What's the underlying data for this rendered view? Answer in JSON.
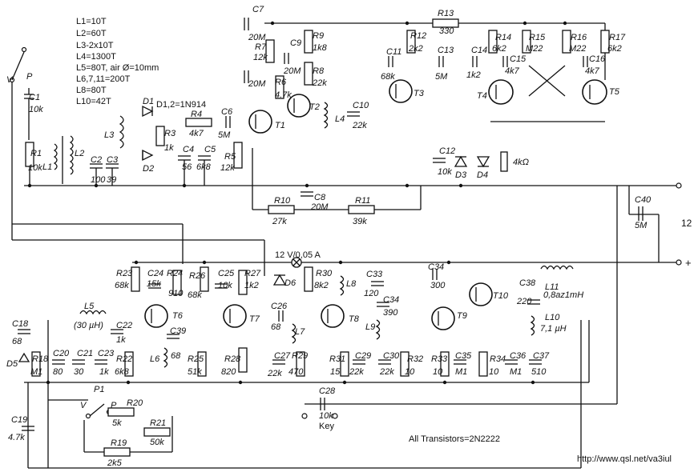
{
  "coil_notes": [
    "L1=10T",
    "L2=60T",
    "L3-2x10T",
    "L4=1300T",
    "L5=80T, air Ø=10mm",
    "L6,7,11=200T",
    "L8=80T",
    "L10=42T"
  ],
  "diode_note": "D1,2=1N914",
  "supply_label": "12 V/0,05 A",
  "transistor_note": "All Transistors=2N2222",
  "source_url": "http://www.qsl.net/va3iul",
  "key_label": "Key",
  "terminal_12": "12",
  "terminal_plus": "+",
  "switch_v_top": "V",
  "switch_p_top": "P",
  "switch_label_bottom": "P1",
  "switch_v_bottom": "V",
  "switch_p_bottom": "P",
  "phones_label": "4kΩ",
  "components": {
    "C1": [
      "C1",
      "10k"
    ],
    "R1": [
      "R1",
      "10k"
    ],
    "L1": [
      "L1",
      ""
    ],
    "L2": [
      "L2",
      ""
    ],
    "C2": [
      "C2",
      "100"
    ],
    "C3": [
      "C3",
      "39"
    ],
    "L3": [
      "L3",
      ""
    ],
    "D1": [
      "D1",
      ""
    ],
    "D2": [
      "D2",
      ""
    ],
    "R3": [
      "R3",
      "1k"
    ],
    "R4": [
      "R4",
      "4k7"
    ],
    "C4": [
      "C4",
      "56"
    ],
    "C5": [
      "C5",
      "6k8"
    ],
    "C6": [
      "C6",
      "5M"
    ],
    "R5": [
      "R5",
      "12k"
    ],
    "T1": [
      "T1",
      ""
    ],
    "C7": [
      "C7",
      "20M"
    ],
    "R7": [
      "R7",
      "12k"
    ],
    "C8h": [
      "",
      "20M"
    ],
    "R6": [
      "R6",
      "4.7k"
    ],
    "C9": [
      "C9",
      "20M"
    ],
    "R9": [
      "R9",
      "1k8"
    ],
    "R8": [
      "R8",
      "22k"
    ],
    "T2": [
      "T2",
      ""
    ],
    "L4": [
      "L4",
      ""
    ],
    "C10": [
      "C10",
      "22k"
    ],
    "C11": [
      "C11",
      "68k"
    ],
    "R12": [
      "R12",
      "2k2"
    ],
    "T3": [
      "T3",
      ""
    ],
    "R13": [
      "R13",
      "330"
    ],
    "C13": [
      "C13",
      "5M"
    ],
    "C14": [
      "C14",
      "1k2"
    ],
    "R14": [
      "R14",
      "6k2"
    ],
    "R15": [
      "R15",
      "M22"
    ],
    "C15": [
      "C15",
      "4k7"
    ],
    "R16": [
      "R16",
      "M22"
    ],
    "C16": [
      "C16",
      "4k7"
    ],
    "R17": [
      "R17",
      "6k2"
    ],
    "T4": [
      "T4",
      ""
    ],
    "T5": [
      "T5",
      ""
    ],
    "C12": [
      "C12",
      "10k"
    ],
    "D3": [
      "D3",
      ""
    ],
    "D4": [
      "D4",
      ""
    ],
    "C8": [
      "C8",
      "20M"
    ],
    "R10": [
      "R10",
      "27k"
    ],
    "R11": [
      "R11",
      "39k"
    ],
    "C40": [
      "C40",
      "5M"
    ],
    "C18": [
      "C18",
      "68"
    ],
    "D5": [
      "D5",
      ""
    ],
    "R18": [
      "R18",
      "M1"
    ],
    "C20": [
      "C20",
      "80"
    ],
    "L5": [
      "L5",
      "(30 µH)"
    ],
    "C21": [
      "C21",
      "30"
    ],
    "C23": [
      "C23",
      "1k"
    ],
    "C22": [
      "C22",
      "1k"
    ],
    "R22": [
      "R22",
      "6k8"
    ],
    "R23": [
      "R23",
      "68k"
    ],
    "C24": [
      "C24",
      "15k"
    ],
    "R24": [
      "R24",
      "910"
    ],
    "T6": [
      "T6",
      ""
    ],
    "C39": [
      "C39",
      ""
    ],
    "L6": [
      "L6",
      "68"
    ],
    "R25": [
      "R25",
      "51k"
    ],
    "R26": [
      "R26",
      "68k"
    ],
    "C25": [
      "C25",
      "10k"
    ],
    "R27": [
      "R27",
      "1k2"
    ],
    "T7": [
      "T7",
      ""
    ],
    "R28": [
      "R28",
      "820"
    ],
    "D6": [
      "D6",
      ""
    ],
    "C26": [
      "C26",
      "68"
    ],
    "L7": [
      "L7",
      ""
    ],
    "C27": [
      "C27",
      "22k"
    ],
    "R29": [
      "R29",
      "470"
    ],
    "R30": [
      "R30",
      "8k2"
    ],
    "L8": [
      "L8",
      ""
    ],
    "T8": [
      "T8",
      ""
    ],
    "R31": [
      "R31",
      "15"
    ],
    "C29": [
      "C29",
      "22k"
    ],
    "C33": [
      "C33",
      "120"
    ],
    "C34": [
      "C34",
      "300"
    ],
    "C35h": [
      "C34",
      "390"
    ],
    "L9": [
      "L9",
      ""
    ],
    "C30": [
      "C30",
      "22k"
    ],
    "R32": [
      "R32",
      "10"
    ],
    "T9": [
      "T9",
      ""
    ],
    "R33": [
      "R33",
      "10"
    ],
    "C35": [
      "C35",
      "M1"
    ],
    "T10": [
      "T10",
      ""
    ],
    "R34": [
      "R34",
      "10"
    ],
    "C36": [
      "C36",
      "M1"
    ],
    "C38": [
      "C38",
      "220"
    ],
    "L11": [
      "L11",
      "0,8az1mH"
    ],
    "L10": [
      "L10",
      "7,1 µH"
    ],
    "C37": [
      "C37",
      "510"
    ],
    "C28": [
      "C28",
      "10k"
    ],
    "R20": [
      "R20",
      "5k"
    ],
    "R21": [
      "R21",
      "50k"
    ],
    "R19": [
      "R19",
      "2k5"
    ],
    "C19": [
      "C19",
      "4.7k"
    ]
  }
}
